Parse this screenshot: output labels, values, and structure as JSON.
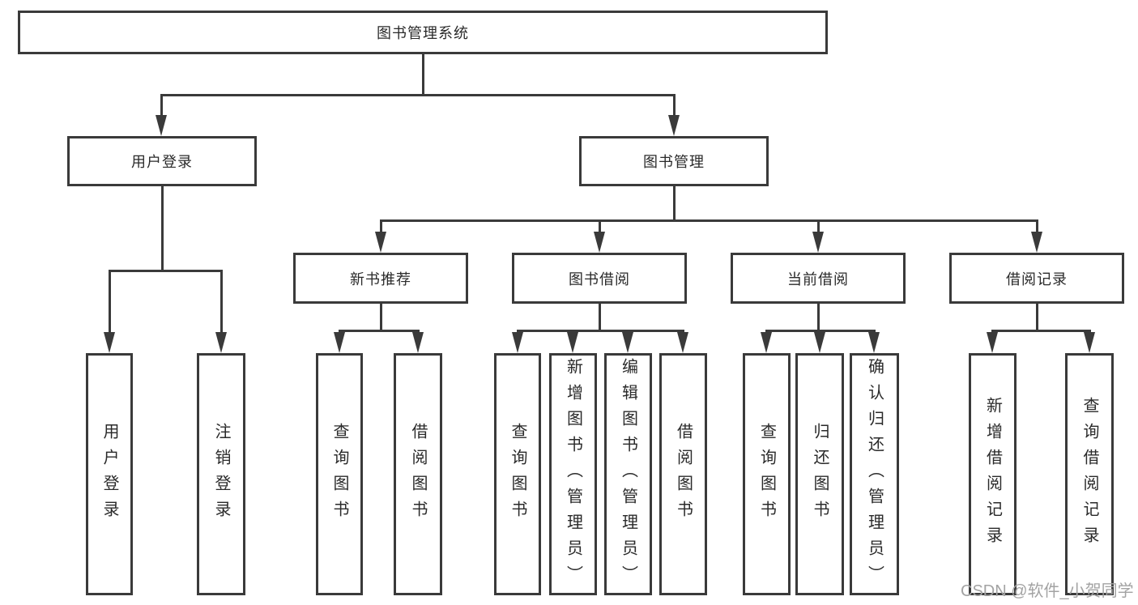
{
  "tree": {
    "root": "图书管理系统",
    "children": [
      {
        "label": "用户登录",
        "leaves": [
          "用户登录",
          "注销登录"
        ]
      },
      {
        "label": "图书管理",
        "children": [
          {
            "label": "新书推荐",
            "leaves": [
              "查询图书",
              "借阅图书"
            ]
          },
          {
            "label": "图书借阅",
            "leaves": [
              "查询图书",
              "新增图书（管理员）",
              "编辑图书（管理员）",
              "借阅图书"
            ]
          },
          {
            "label": "当前借阅",
            "leaves": [
              "查询图书",
              "归还图书",
              "确认归还（管理员）"
            ]
          },
          {
            "label": "借阅记录",
            "leaves": [
              "新增借阅记录",
              "查询借阅记录"
            ]
          }
        ]
      }
    ]
  },
  "watermark": "CSDN @软件_小贺同学",
  "colors": {
    "line": "#3a3a3a",
    "text": "#2a2a2a",
    "watermark": "#a3a3a3"
  }
}
